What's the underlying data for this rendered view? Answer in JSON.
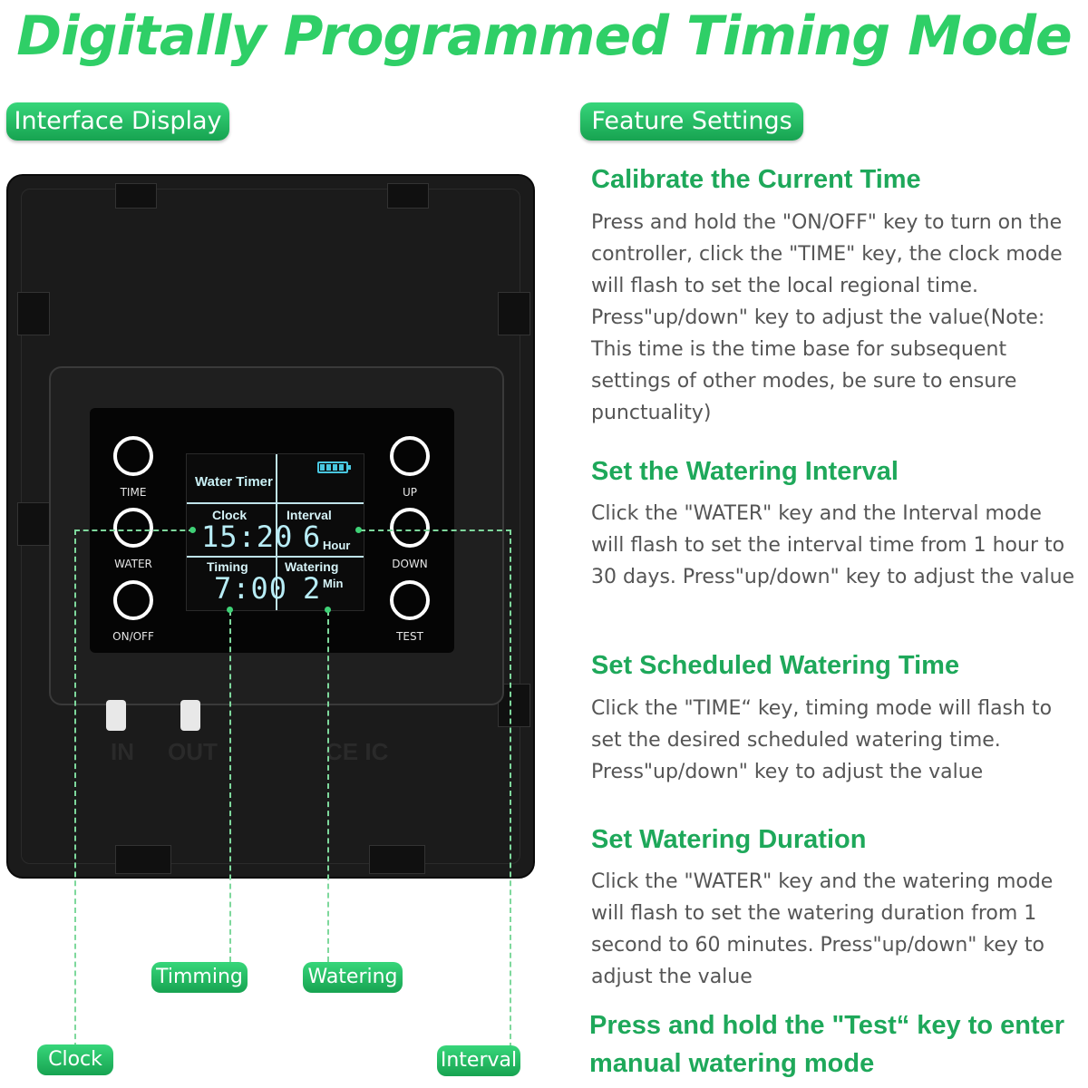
{
  "header": {
    "title": "Digitally Programmed Timing Mode"
  },
  "tabs": {
    "left": "Interface Display",
    "right": "Feature Settings"
  },
  "device": {
    "buttons": {
      "time": "TIME",
      "water": "WATER",
      "onoff": "ON/OFF",
      "up": "UP",
      "down": "DOWN",
      "test": "TEST"
    },
    "lcd": {
      "title": "Water Timer",
      "clock_label": "Clock",
      "clock_value": "15:20",
      "interval_label": "Interval",
      "interval_value": "6",
      "interval_unit": "Hour",
      "timing_label": "Timing",
      "timing_value": "7:00",
      "watering_label": "Watering",
      "watering_value": "2",
      "watering_unit": "Min",
      "battery_level": 1.0
    },
    "embossed": {
      "in": "IN",
      "out": "OUT",
      "ce": "CE IC"
    }
  },
  "callouts": {
    "timming": "Timming",
    "watering": "Watering",
    "clock": "Clock",
    "interval": "Interval"
  },
  "features": [
    {
      "title": "Calibrate the Current Time",
      "body": "Press and hold the \"ON/OFF\" key to turn on the controller, click the \"TIME\" key, the clock mode will flash to set the local regional time. Press\"up/down\" key to adjust the value(Note: This time is the time base for subsequent settings of other modes, be sure to ensure punctuality)"
    },
    {
      "title": "Set the Watering Interval",
      "body": "Click the \"WATER\" key and the Interval mode will flash to set the interval time from 1 hour to 30 days. Press\"up/down\" key to adjust the value"
    },
    {
      "title": "Set Scheduled Watering Time",
      "body": "Click the \"TIME“ key, timing mode will flash to set the desired scheduled watering time. Press\"up/down\" key to adjust the value"
    },
    {
      "title": "Set Watering Duration",
      "body": "Click the \"WATER\" key and the watering mode will flash to set the watering duration from 1 second to 60 minutes. Press\"up/down\" key to adjust the value"
    }
  ],
  "final_note": "Press and hold the \"Test“ key to enter manual watering mode",
  "colors": {
    "accent": "#2fcf67",
    "heading": "#1ea85a",
    "body": "#555555",
    "device": "#1b1b1b"
  }
}
